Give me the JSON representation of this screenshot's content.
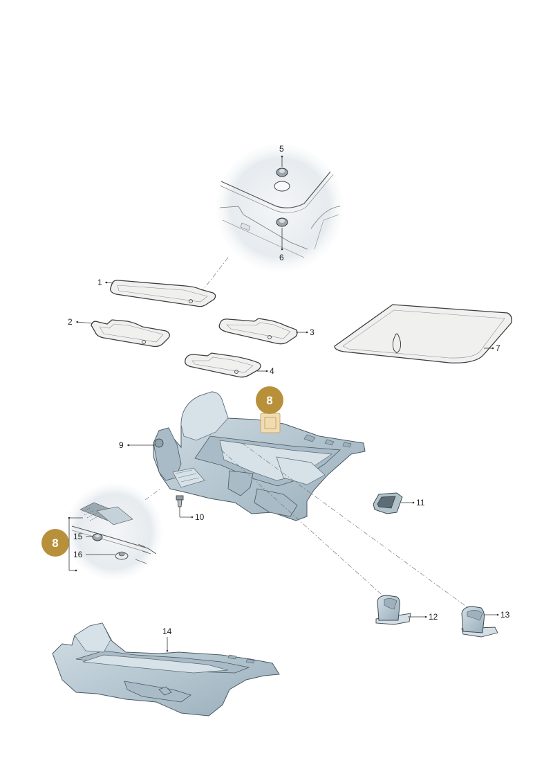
{
  "diagram": {
    "callouts": [
      {
        "id": "1",
        "text": "1"
      },
      {
        "id": "2",
        "text": "2"
      },
      {
        "id": "3",
        "text": "3"
      },
      {
        "id": "4",
        "text": "4"
      },
      {
        "id": "5",
        "text": "5"
      },
      {
        "id": "6",
        "text": "6"
      },
      {
        "id": "7",
        "text": "7"
      },
      {
        "id": "9",
        "text": "9"
      },
      {
        "id": "10",
        "text": "10"
      },
      {
        "id": "11",
        "text": "11"
      },
      {
        "id": "12",
        "text": "12"
      },
      {
        "id": "13",
        "text": "13"
      },
      {
        "id": "14",
        "text": "14"
      },
      {
        "id": "15",
        "text": "15"
      },
      {
        "id": "16",
        "text": "16"
      }
    ],
    "badges": [
      {
        "text": "8"
      },
      {
        "text": "8"
      }
    ],
    "colors": {
      "badge": "#b8903a",
      "carpet": "#bccbd4",
      "highlight": "#f1dcb2"
    }
  }
}
